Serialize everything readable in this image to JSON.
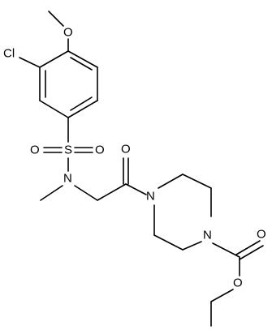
{
  "molecule": {
    "atoms": {
      "chlorine": "Cl",
      "methoxy_oxygen": "O",
      "sulfonyl_sulfur": "S",
      "sulfonyl_oxygen_left": "O",
      "sulfonyl_oxygen_right": "O",
      "sulfonamide_nitrogen": "N",
      "carbonyl_oxygen_amide": "O",
      "piperazine_nitrogen_top": "N",
      "piperazine_nitrogen_bottom": "N",
      "carbonyl_oxygen_ester": "O",
      "ester_oxygen": "O"
    }
  }
}
